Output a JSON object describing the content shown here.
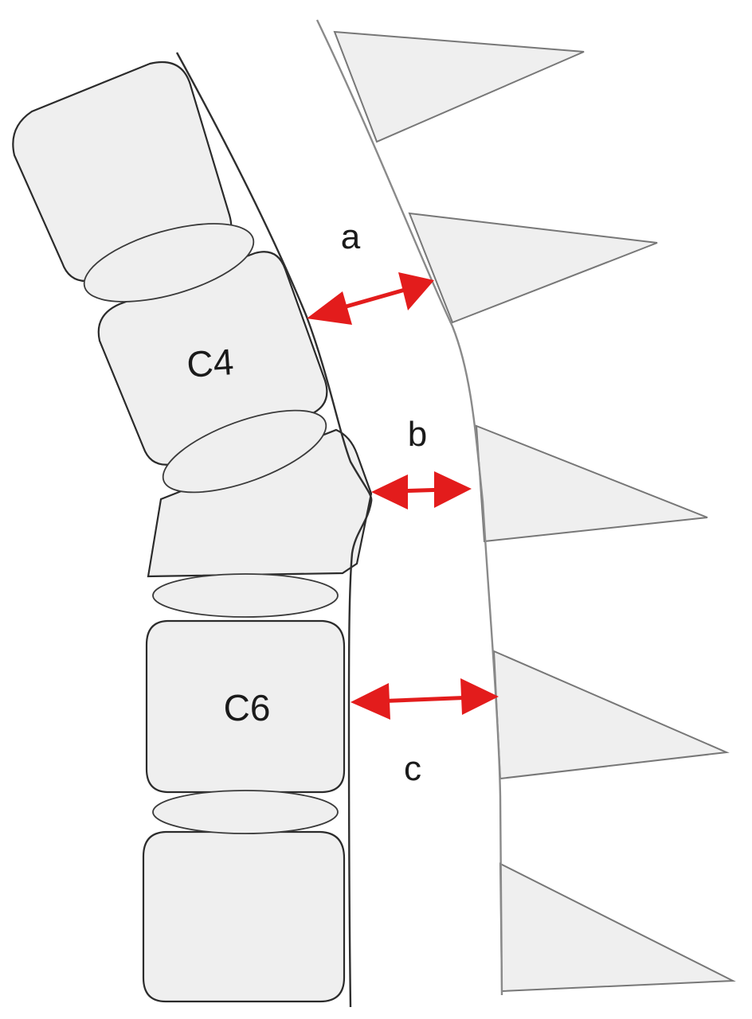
{
  "diagram": {
    "vertebra_labels": {
      "c4": "C4",
      "c6": "C6"
    },
    "measurement_labels": {
      "a": "a",
      "b": "b",
      "c": "c"
    },
    "colors": {
      "bone_fill": "#efefef",
      "outline": "#2b2b2b",
      "spinous_outline": "#777777",
      "arrow": "#e31c1c"
    }
  }
}
